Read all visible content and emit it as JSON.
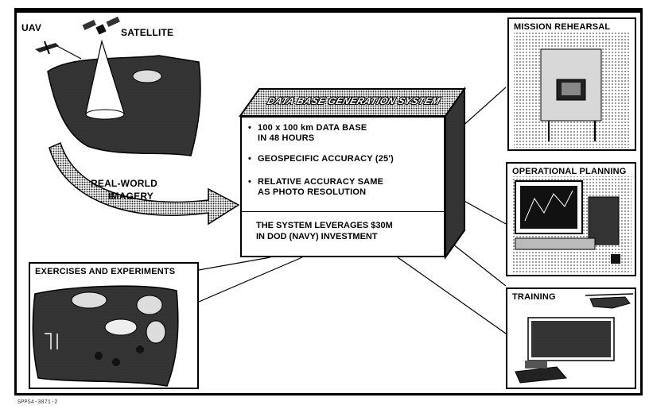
{
  "sources": {
    "uav_label": "UAV",
    "satellite_label": "SATELLITE",
    "imagery_label_line1": "REAL-WORLD",
    "imagery_label_line2": "IMAGERY"
  },
  "central_box": {
    "title": "DATA BASE GENERATION SYSTEM",
    "bullets": [
      "100 x 100 km DATA BASE\nIN 48 HOURS",
      "GEOSPECIFIC ACCURACY (25')",
      "RELATIVE ACCURACY SAME\nAS PHOTO RESOLUTION"
    ],
    "bullet_glyph": "•",
    "leverage": "THE SYSTEM LEVERAGES $30M\nIN DOD (NAVY) INVESTMENT"
  },
  "panels": {
    "mission_rehearsal": "MISSION REHEARSAL",
    "operational_planning": "OPERATIONAL PLANNING",
    "training": "TRAINING",
    "exercises": "EXERCISES AND EXPERIMENTS"
  },
  "footer": {
    "code": "SPPS4-3071-2"
  },
  "colors": {
    "ink": "#000000",
    "halftone_dark": "#3a3a3a",
    "halftone_light": "#bdbdbd",
    "paper": "#ffffff"
  }
}
